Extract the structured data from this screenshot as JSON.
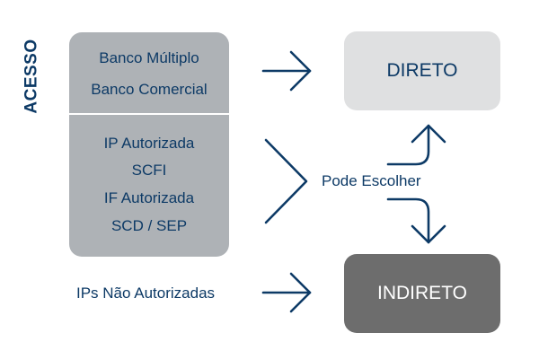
{
  "side_label": "ACESSO",
  "group": {
    "top_items": [
      "Banco Múltiplo",
      "Banco Comercial"
    ],
    "bottom_items": [
      "IP Autorizada",
      "SCFI",
      "IF Autorizada",
      "SCD / SEP"
    ]
  },
  "targets": {
    "direct": "DIRETO",
    "indirect": "INDIRETO"
  },
  "choice_label": "Pode Escolher",
  "unauthorized_label": "IPs Não Autorizadas",
  "colors": {
    "navy": "#0d3a66",
    "group_box": "#aeb2b6",
    "direct_box": "#dfe0e1",
    "indirect_box": "#6d6d6d"
  }
}
